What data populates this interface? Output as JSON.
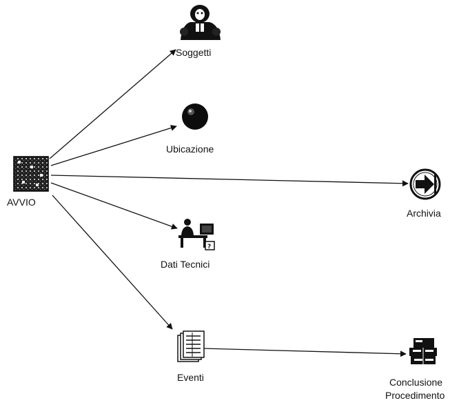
{
  "diagram": {
    "background": "#ffffff",
    "line_color": "#111111",
    "nodes": {
      "avvio": {
        "label": "AVVIO",
        "icon": "start-grid-icon"
      },
      "soggetti": {
        "label": "Soggetti",
        "icon": "people-icon"
      },
      "ubicazione": {
        "label": "Ubicazione",
        "icon": "globe-icon"
      },
      "archivia": {
        "label": "Archivia",
        "icon": "exit-arrow-icon"
      },
      "dati_tecnici": {
        "label": "Dati Tecnici",
        "icon": "desk-worker-icon"
      },
      "eventi": {
        "label": "Eventi",
        "icon": "documents-stack-icon"
      },
      "conclusione": {
        "label_line1": "Conclusione",
        "label_line2": "Procedimento",
        "icon": "filing-cabinet-icon"
      }
    },
    "edges": [
      {
        "from": "AVVIO",
        "to": "Soggetti"
      },
      {
        "from": "AVVIO",
        "to": "Ubicazione"
      },
      {
        "from": "AVVIO",
        "to": "Archivia"
      },
      {
        "from": "AVVIO",
        "to": "Dati Tecnici"
      },
      {
        "from": "AVVIO",
        "to": "Eventi"
      },
      {
        "from": "Eventi",
        "to": "Conclusione Procedimento"
      }
    ]
  }
}
